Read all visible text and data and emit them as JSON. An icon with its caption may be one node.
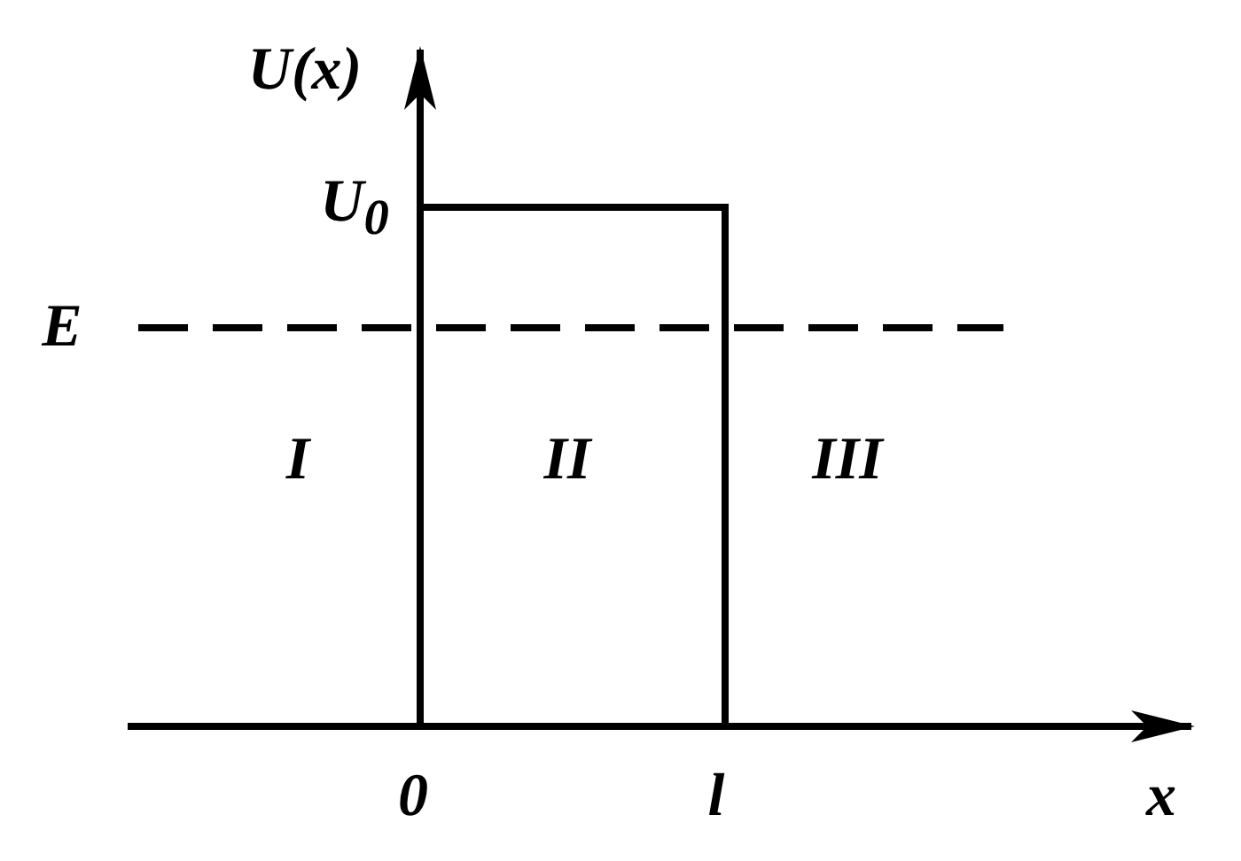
{
  "diagram": {
    "labels": [
      "U(x)",
      "U$_{0}$",
      "E",
      "I",
      "II",
      "III",
      "0",
      "l",
      "x"
    ]
  }
}
